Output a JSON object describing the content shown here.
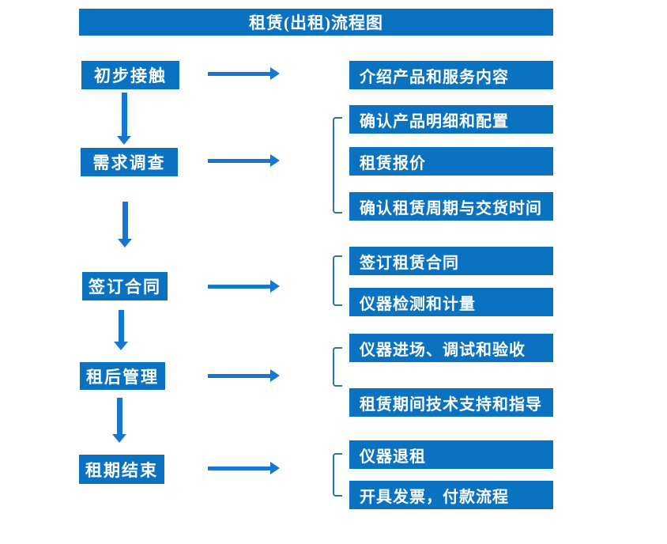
{
  "title": "租赁(出租)流程图",
  "colors": {
    "box": "#0b72c1",
    "arrow": "#1577d0",
    "bracket": "#2e74b5",
    "text": "#ffffff",
    "background": "#ffffff"
  },
  "stages": [
    {
      "label": "初步接触",
      "details": [
        "介绍产品和服务内容"
      ]
    },
    {
      "label": "需求调查",
      "details": [
        "确认产品明细和配置",
        "租赁报价",
        "确认租赁周期与交货时间"
      ]
    },
    {
      "label": "签订合同",
      "details": [
        "签订租赁合同",
        "仪器检测和计量"
      ]
    },
    {
      "label": "租后管理",
      "details": [
        "仪器进场、调试和验收",
        "租赁期间技术支持和指导"
      ]
    },
    {
      "label": "租期结束",
      "details": [
        "仪器退租",
        "开具发票，付款流程"
      ]
    }
  ]
}
